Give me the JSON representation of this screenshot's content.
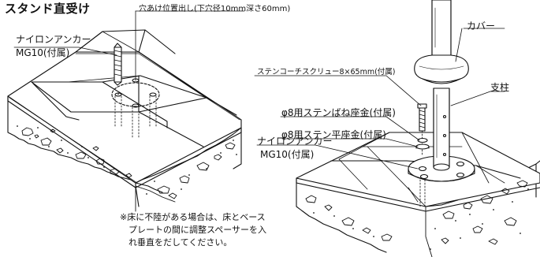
{
  "title": "スタンド直受け",
  "left_diagram": {
    "anchor_label_line1": "ナイロンアンカー",
    "anchor_label_line2": "MG10(付属)",
    "drill_label": "穴あけ位置出し(下穴径10mm深さ60mm)"
  },
  "right_diagram": {
    "cover_label": "カバー",
    "screw_label": "ステンコーチスクリュー8×65mm(付属)",
    "post_label": "支柱",
    "spring_washer_label": "φ8用ステンばね座金(付属)",
    "flat_washer_label": "φ8用ステン平座金(付属)",
    "anchor_label_line1": "ナイロンアンカー",
    "anchor_label_line2": "MG10(付属)"
  },
  "note": {
    "line1": "※床に不陸がある場合は、床とベース",
    "line2": "　プレートの間に調整スペーサーを入",
    "line3": "　れ垂直をだしてください。"
  }
}
